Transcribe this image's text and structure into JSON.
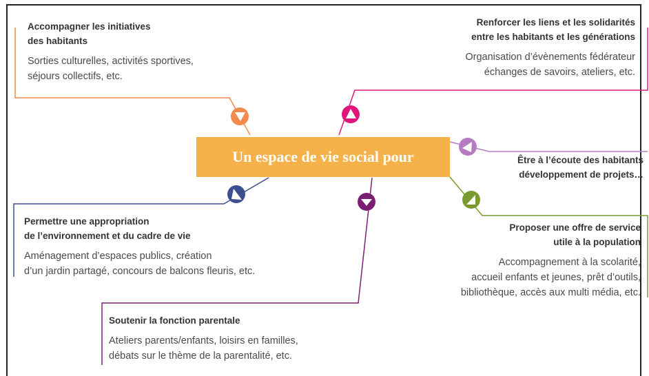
{
  "center": {
    "title": "Un espace de vie social pour"
  },
  "branches": {
    "top_left": {
      "title": [
        "Accompagner les initiatives",
        "des habitants"
      ],
      "body": [
        "Sorties culturelles, activités sportives,",
        "séjours collectifs, etc."
      ],
      "color": "#f28a4c",
      "icon": "arrow-icon"
    },
    "top_right": {
      "title": [
        "Renforcer les liens et les solidarités",
        "entre les habitants et les générations"
      ],
      "body": [
        "Organisation d’évènements fédérateur",
        "échanges de savoirs, ateliers, etc."
      ],
      "color": "#e0177b",
      "icon": "arrow-icon"
    },
    "middle_right": {
      "title": [
        "Être à l’écoute des habitants",
        "développement de projets…"
      ],
      "color": "#b67cc2",
      "icon": "arrow-icon"
    },
    "bottom_right": {
      "title": [
        "Proposer une offre de service",
        "utile à la population"
      ],
      "body": [
        "Accompagnement à la scolarité,",
        "accueil enfants et jeunes, prêt d’outils,",
        "bibliothèque, accès aux multi média, etc."
      ],
      "color": "#7a9a2e",
      "icon": "arrow-icon"
    },
    "bottom_left": {
      "title": [
        "Permettre une appropriation",
        "de l’environnement et du cadre de vie"
      ],
      "body": [
        "Aménagement d’espaces publics, création",
        "d’un jardin partagé, concours de balcons fleuris, etc."
      ],
      "color": "#3d4f8f",
      "icon": "arrow-icon"
    },
    "bottom_center": {
      "title": [
        "Soutenir la fonction parentale"
      ],
      "body": [
        "Ateliers parents/enfants, loisirs en familles,",
        "débats sur le thème de la parentalité, etc."
      ],
      "color": "#7a1f72",
      "icon": "arrow-icon"
    }
  }
}
